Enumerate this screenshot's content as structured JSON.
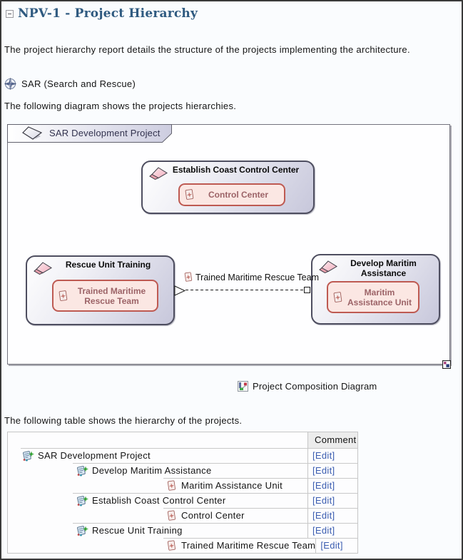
{
  "page": {
    "title": "NPV-1 - Project Hierarchy",
    "intro": "The project hierarchy report details the structure of the projects implementing the architecture.",
    "scope_item": "SAR (Search and Rescue)",
    "diagram_lead": "The following diagram shows the projects hierarchies.",
    "diagram_caption": "Project Composition Diagram",
    "table_lead": "The following table shows the hierarchy of the projects."
  },
  "diagram": {
    "frame_label": "SAR Development Project",
    "projects": [
      {
        "title": "Establish Coast Control Center",
        "resource": "Control Center"
      },
      {
        "title": "Rescue Unit Training",
        "resource": "Trained Maritime Rescue Team"
      },
      {
        "title": "Develop Maritim Assistance",
        "resource": "Maritim Assistance Unit"
      }
    ],
    "connector": {
      "label": "Trained Maritime Rescue Team",
      "style": "dashed"
    }
  },
  "table": {
    "headers": [
      "",
      "Comment"
    ],
    "edit_label": "[Edit]",
    "rows": [
      {
        "label": "SAR Development Project",
        "depth": 0,
        "icon": "project"
      },
      {
        "label": "Develop Maritim Assistance",
        "depth": 1,
        "icon": "project"
      },
      {
        "label": "Maritim Assistance Unit",
        "depth": 2,
        "icon": "resource"
      },
      {
        "label": "Establish Coast Control Center",
        "depth": 1,
        "icon": "project"
      },
      {
        "label": "Control Center",
        "depth": 2,
        "icon": "resource"
      },
      {
        "label": "Rescue Unit Training",
        "depth": 1,
        "icon": "project"
      },
      {
        "label": "Trained Maritime Rescue Team",
        "depth": 2,
        "icon": "resource"
      }
    ]
  },
  "colors": {
    "heading": "#2F5A80",
    "link": "#3A5CB0",
    "project_box_fill": "#C7C7DB",
    "resource_fill": "#FBE7E3",
    "resource_border": "#BE5A52",
    "resource_text": "#9C6367",
    "table_header_bg": "#ECECEC"
  }
}
